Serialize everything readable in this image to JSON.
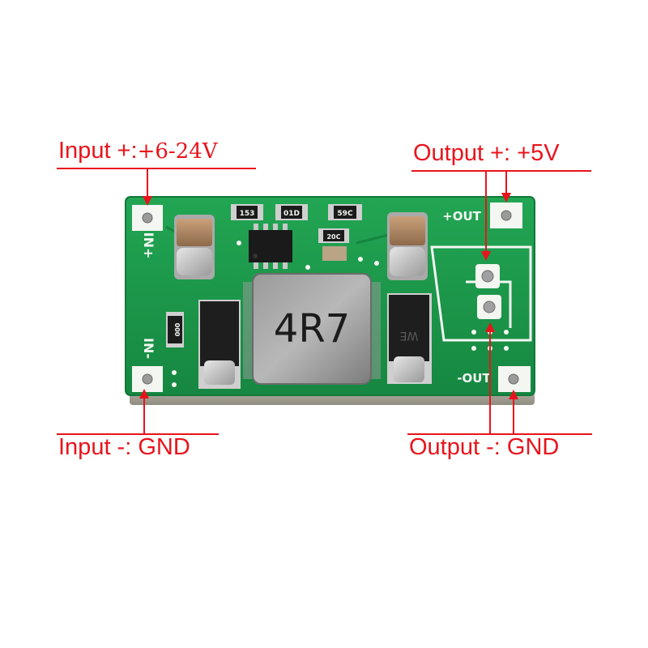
{
  "labels": {
    "input_plus": {
      "prefix": "Input +:",
      "value": "+6-24V"
    },
    "output_plus": "Output +: +5V",
    "input_minus": "Input -: GND",
    "output_minus": "Output -: GND"
  },
  "board": {
    "silkscreen": {
      "in_plus": "IN+",
      "in_minus": "IN-",
      "out_plus": "+OUT",
      "out_minus": "-OUT",
      "inductor_marking": "4R7",
      "res1": "153",
      "res2": "01D",
      "res3": "59C",
      "res4": "20C",
      "res5": "000",
      "diode_marking": "WE"
    }
  },
  "colors": {
    "annotation_red": "#e8141c",
    "pcb_green": "#1f9a4a",
    "silkscreen": "#f2f7f2"
  }
}
